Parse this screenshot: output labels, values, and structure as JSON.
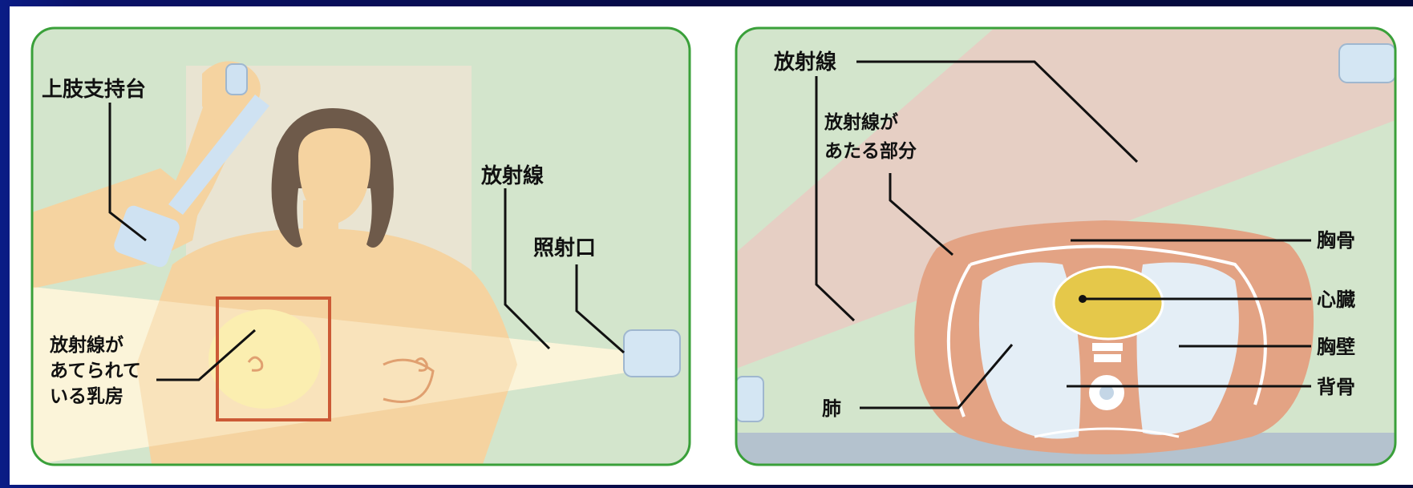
{
  "left_panel": {
    "arm_support_label": "上肢支持台",
    "radiation_label": "放射線",
    "aperture_label": "照射口",
    "breast_label_line1": "放射線が",
    "breast_label_line2": "あてられて",
    "breast_label_line3": "いる乳房"
  },
  "right_panel": {
    "radiation_label": "放射線",
    "area_label_line1": "放射線が",
    "area_label_line2": "あたる部分",
    "sternum_label": "胸骨",
    "heart_label": "心臓",
    "chest_wall_label": "胸壁",
    "spine_label": "背骨",
    "lung_label": "肺"
  },
  "colors": {
    "panel_bg": "#d3e5cc",
    "panel_border": "#3aa03a",
    "skin": "#f5d3a0",
    "hair": "#6e5a4a",
    "torso_cross_section": "#e3a384",
    "lung": "#e4eef6",
    "heart": "#e5c84a",
    "beam": "#fbf9e3",
    "device": "#d4e6f3",
    "highlight_box": "#cc5a36"
  }
}
